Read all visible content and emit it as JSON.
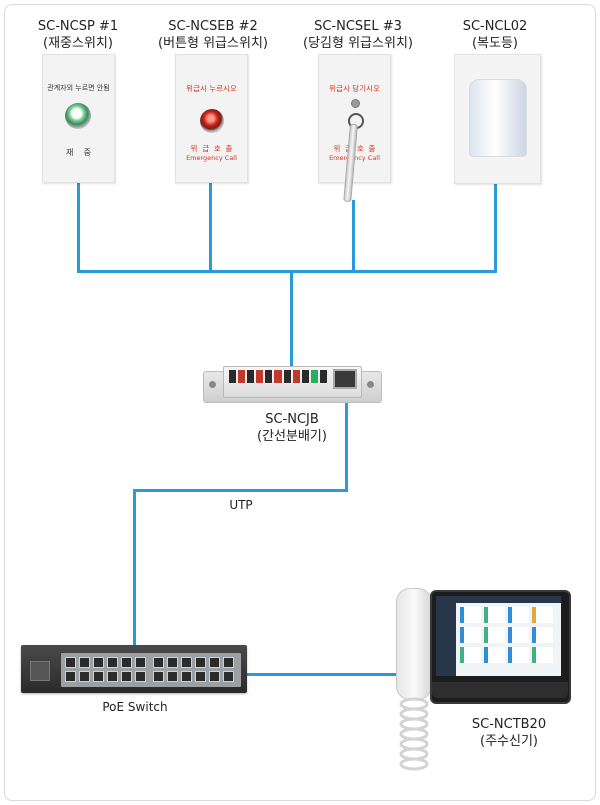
{
  "devices": {
    "ncsp": {
      "model": "SC-NCSP #1",
      "desc": "(재중스위치)",
      "top_text": "관계자외 누르면 안됨",
      "bottom_text": "재    중"
    },
    "ncseb": {
      "model": "SC-NCSEB #2",
      "desc": "(버튼형 위급스위치)",
      "top_text": "위급시 누르시오",
      "call_kr": "위  급  호  출",
      "call_en": "Emergency Call"
    },
    "ncsel": {
      "model": "SC-NCSEL #3",
      "desc": "(당김형 위급스위치)",
      "top_text": "위급시 당기시오",
      "call_kr": "위  급  호  출",
      "call_en": "Emergency Call"
    },
    "ncl02": {
      "model": "SC-NCL02",
      "desc": "(복도등)"
    },
    "ncjb": {
      "model": "SC-NCJB",
      "desc": "(간선분배기)"
    },
    "switch": {
      "name": "PoE Switch"
    },
    "nctb20": {
      "model": "SC-NCTB20",
      "desc": "(주수신기)"
    }
  },
  "cable": {
    "label": "UTP"
  },
  "colors": {
    "wire": "#2a9bd8"
  }
}
